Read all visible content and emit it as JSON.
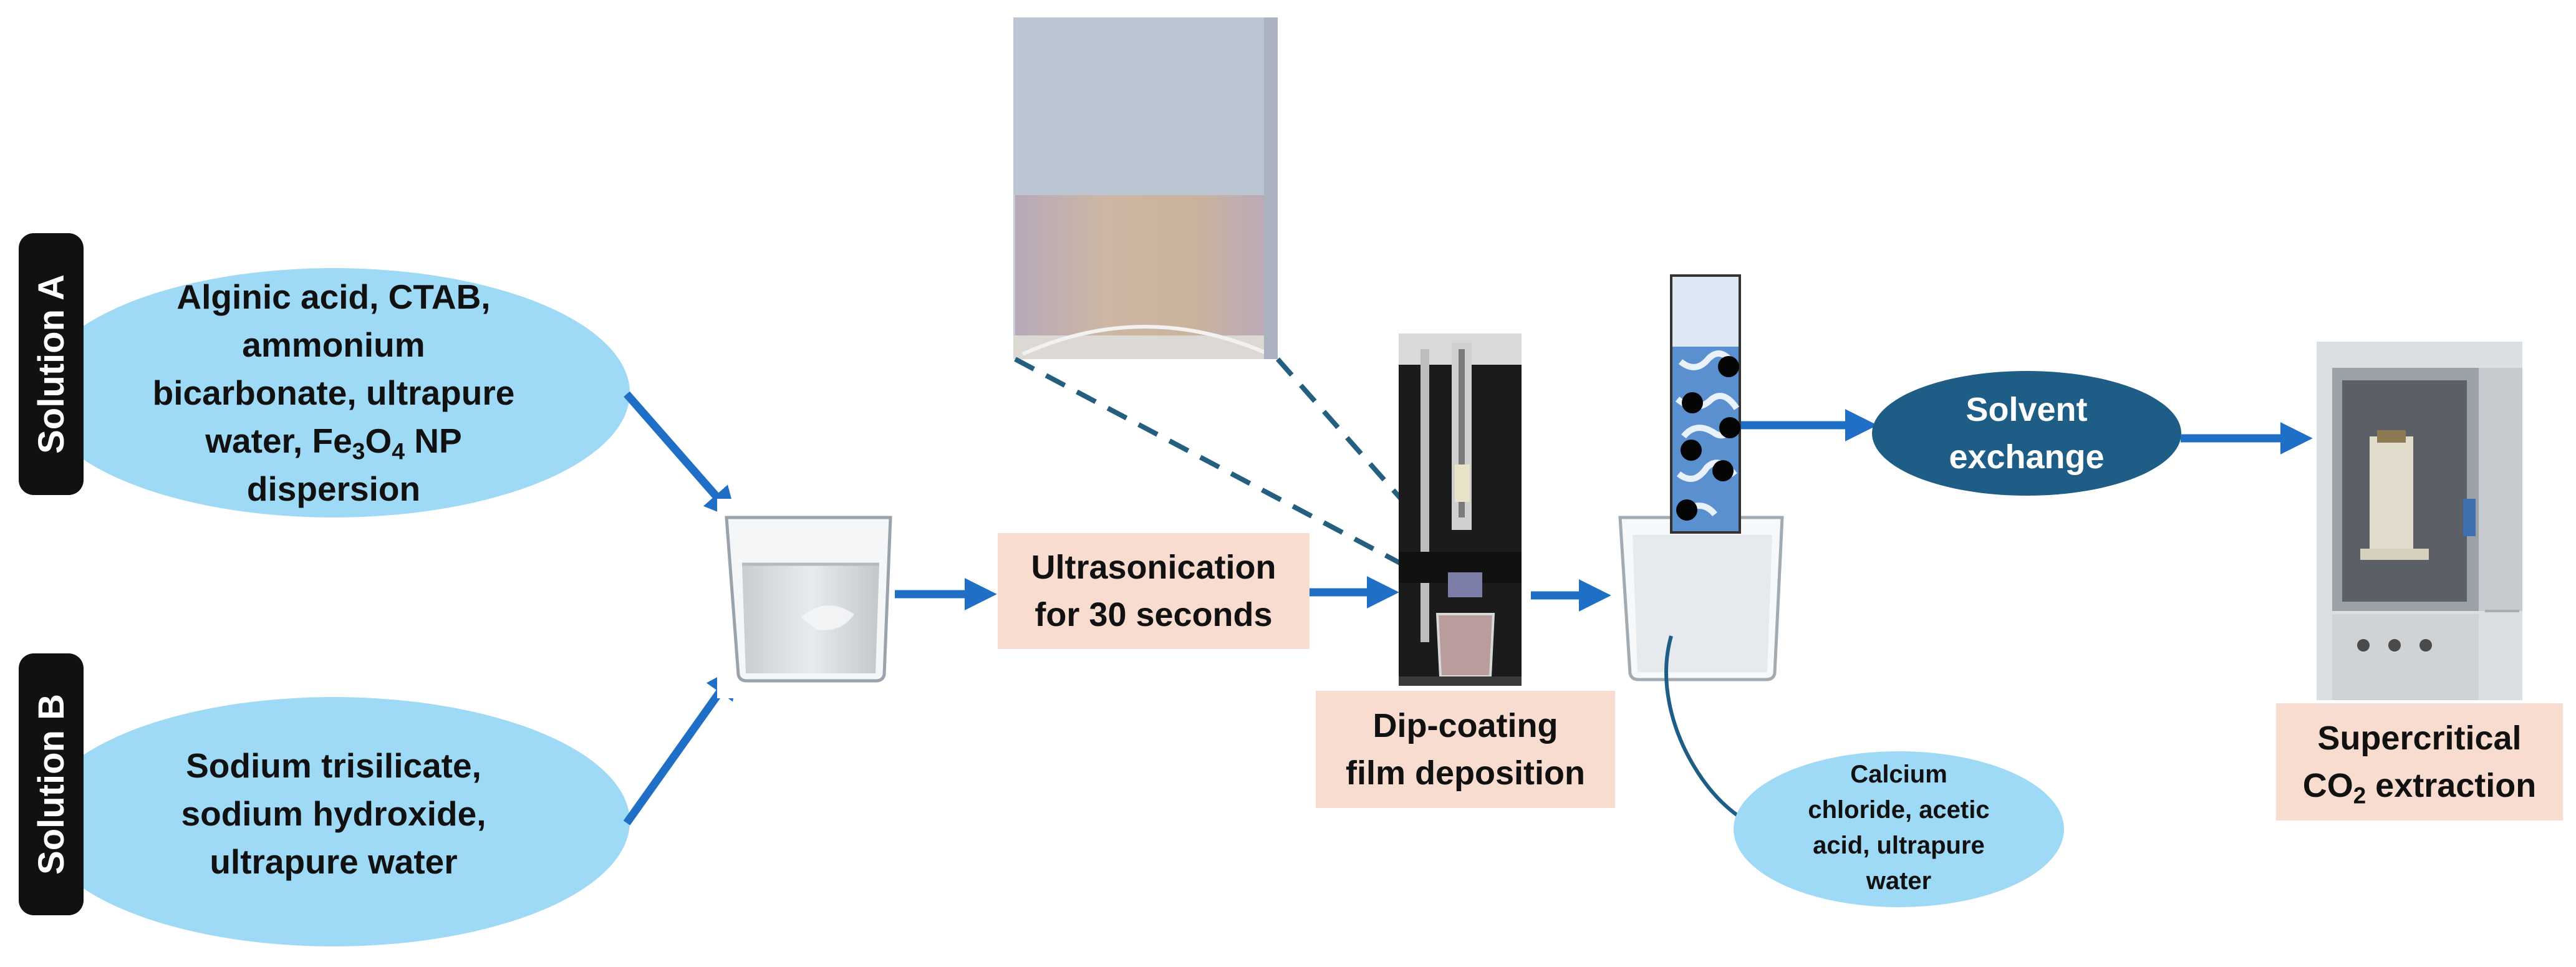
{
  "solution_a": {
    "tab_label": "Solution A",
    "ingredients_line1": "Alginic acid, CTAB,",
    "ingredients_line2": "ammonium",
    "ingredients_line3": "bicarbonate, ultrapure",
    "ingredients_line4_prefix": "water, Fe",
    "ingredients_line4_sub1": "3",
    "ingredients_line4_mid": "O",
    "ingredients_line4_sub2": "4",
    "ingredients_line4_suffix": " NP",
    "ingredients_line5": "dispersion"
  },
  "solution_b": {
    "tab_label": "Solution B",
    "ingredients_line1": "Sodium trisilicate,",
    "ingredients_line2": "sodium hydroxide,",
    "ingredients_line3": "ultrapure water"
  },
  "steps": {
    "ultrasonication_line1": "Ultrasonication",
    "ultrasonication_line2": "for 30 seconds",
    "dip_coating_line1": "Dip-coating",
    "dip_coating_line2": "film deposition",
    "calcium_line1": "Calcium",
    "calcium_line2": "chloride, acetic",
    "calcium_line3": "acid, ultrapure",
    "calcium_line4": "water",
    "solvent_line1": "Solvent",
    "solvent_line2": "exchange",
    "supercritical_line1": "Supercritical",
    "supercritical_line2_prefix": "CO",
    "supercritical_line2_sub": "2",
    "supercritical_line2_suffix": " extraction"
  },
  "colors": {
    "light_oval": "#9ed9f5",
    "dark_oval": "#1d5d86",
    "step_box": "#f8dccf",
    "arrow": "#1e6fc5",
    "tab": "#111111"
  }
}
